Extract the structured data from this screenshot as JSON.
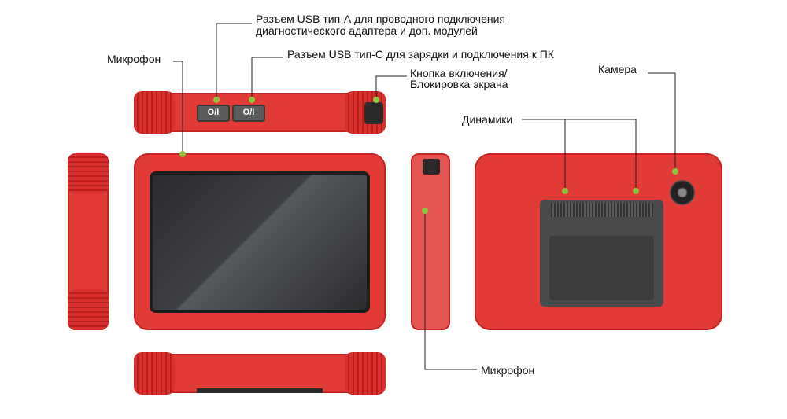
{
  "labels": {
    "microphone_top": "Микрофон",
    "usb_a_line1": "Разъем USB тип-А для проводного подключения",
    "usb_a_line2": "диагностического адаптера и доп. модулей",
    "usb_c": "Разъем USB тип-С для зарядки и подключения к ПК",
    "power_line1": "Кнопка включения/",
    "power_line2": "Блокировка экрана",
    "camera": "Камера",
    "speakers": "Динамики",
    "microphone_bottom": "Микрофон"
  },
  "ports": {
    "port1": "O/I",
    "port2": "O/I"
  },
  "colors": {
    "body": "#e23a36",
    "marker": "#8cc63f",
    "screen": "#2b2c2e"
  }
}
